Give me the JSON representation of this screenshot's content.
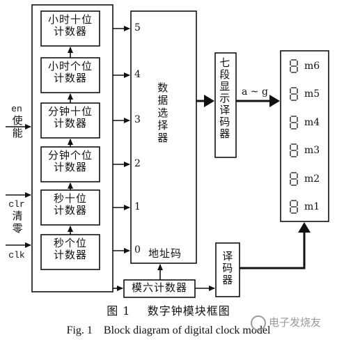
{
  "counters": [
    {
      "line1": "小时十位",
      "line2": "计数器",
      "port": "5"
    },
    {
      "line1": "小时个位",
      "line2": "计数器",
      "port": "4"
    },
    {
      "line1": "分钟十位",
      "line2": "计数器",
      "port": "3"
    },
    {
      "line1": "分钟个位",
      "line2": "计数器",
      "port": "2"
    },
    {
      "line1": "秒十位",
      "line2": "计数器",
      "port": "1"
    },
    {
      "line1": "秒个位",
      "line2": "计数器",
      "port": "0"
    }
  ],
  "inputs": [
    {
      "signal": "en",
      "name": "使能"
    },
    {
      "signal": "clr",
      "name": "清零"
    },
    {
      "signal": "clk"
    }
  ],
  "selector": {
    "label": "数据选择器",
    "address": "地址码"
  },
  "seven_seg_decoder": "七段显示译码器",
  "bus_label": "a ~ g",
  "decoder": "译码器",
  "mod6_counter": "模六计数器",
  "digits": [
    "m6",
    "m5",
    "m4",
    "m3",
    "m2",
    "m1"
  ],
  "caption": {
    "cn": "图 1    数字钟模块框图",
    "en": "Fig. 1    Block diagram of digital clock model"
  },
  "watermark": "电子发烧友"
}
